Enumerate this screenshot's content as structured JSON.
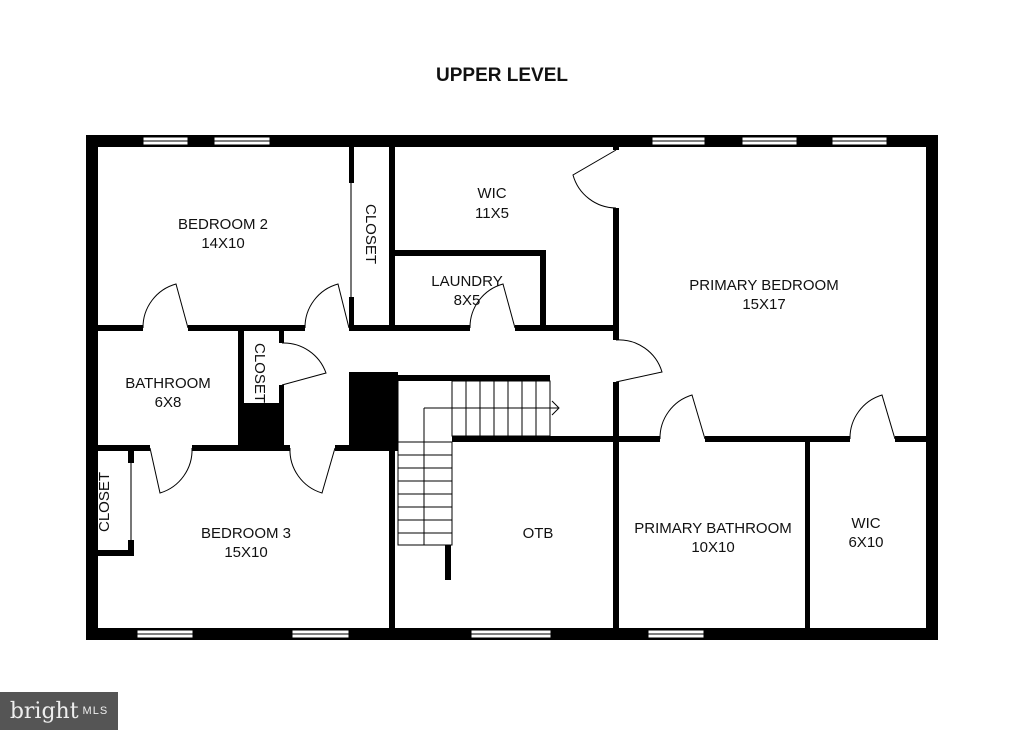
{
  "title": "UPPER LEVEL",
  "rooms": [
    {
      "name": "BEDROOM 2",
      "size": "14X10"
    },
    {
      "name": "CLOSET",
      "size": ""
    },
    {
      "name": "WIC",
      "size": "11X5"
    },
    {
      "name": "LAUNDRY",
      "size": "8X5"
    },
    {
      "name": "PRIMARY BEDROOM",
      "size": "15X17"
    },
    {
      "name": "CLOSET",
      "size": ""
    },
    {
      "name": "BATHROOM",
      "size": "6X8"
    },
    {
      "name": "CLOSET",
      "size": ""
    },
    {
      "name": "BEDROOM 3",
      "size": "15X10"
    },
    {
      "name": "OTB",
      "size": ""
    },
    {
      "name": "PRIMARY BATHROOM",
      "size": "10X10"
    },
    {
      "name": "WIC",
      "size": "6X10"
    }
  ],
  "logo": {
    "brand": "bright",
    "suffix": "MLS"
  }
}
